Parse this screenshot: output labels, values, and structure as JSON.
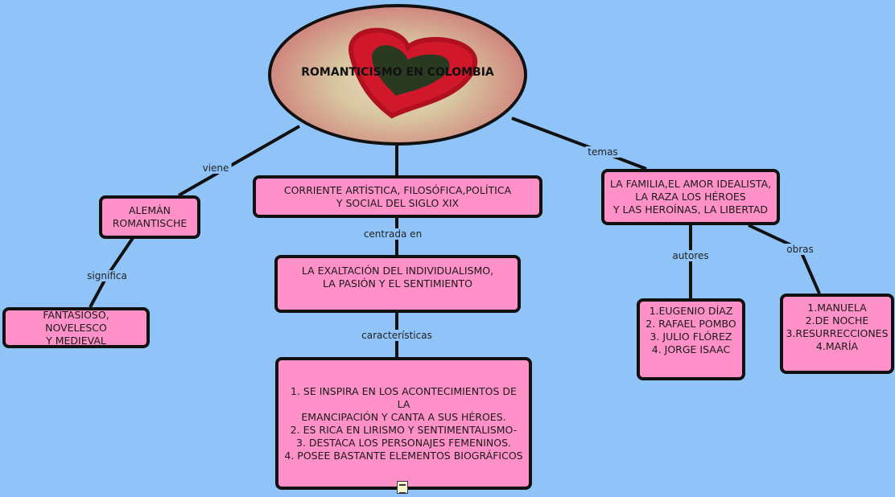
{
  "root": {
    "title": "ROMANTICISMO EN COLOMBIA"
  },
  "links": {
    "viene": "viene",
    "significa": "significa",
    "centrada": "centrada en",
    "caracteristicas": "características",
    "temas": "temas",
    "autores": "autores",
    "obras": "obras"
  },
  "nodes": {
    "aleman": "ALEMÁN\nROMANTISCHE",
    "fantasioso": "FANTASIOSO, NOVELESCO\nY MEDIEVAL",
    "corriente": "CORRIENTE ARTÍSTICA, FILOSÓFICA,POLÍTICA\nY SOCIAL DEL SIGLO XIX",
    "exaltacion": "LA EXALTACIÓN DEL INDIVIDUALISMO,\nLA PASIÓN Y EL SENTIMIENTO",
    "caracteristicas": "1. SE INSPIRA EN LOS ACONTECIMIENTOS DE LA\nEMANCIPACIÓN Y CANTA A SUS HÉROES.\n2. ES RICA EN LIRISMO Y SENTIMENTALISMO-\n3. DESTACA LOS PERSONAJES FEMENINOS.\n4. POSEE BASTANTE ELEMENTOS BIOGRÁFICOS",
    "temas": "LA FAMILIA,EL AMOR IDEALISTA,\nLA RAZA LOS HÉROES\nY LAS HEROÍNAS, LA LIBERTAD",
    "autores": "1.EUGENIO DÍAZ\n2. RAFAEL POMBO\n3. JULIO FLÓREZ\n4. JORGE ISAAC",
    "obras": "1.MANUELA\n2.DE NOCHE\n3.RESURRECCIONES\n4.MARÍA"
  }
}
